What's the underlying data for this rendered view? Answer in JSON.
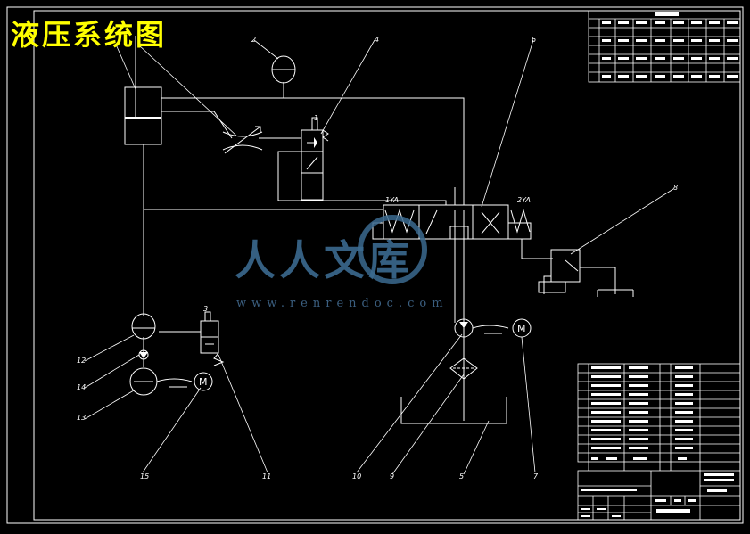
{
  "title": "液压系统图",
  "watermark": {
    "brand": "人人文库",
    "url": "www.renrendoc.com"
  },
  "colors": {
    "background": "#000000",
    "lines": "#ffffff",
    "title": "#ffff00",
    "watermark": "#3b6a8f"
  },
  "callouts": [
    "1",
    "2",
    "3",
    "4",
    "5",
    "6",
    "7",
    "8",
    "9",
    "10",
    "11",
    "12",
    "13",
    "14",
    "15"
  ],
  "valve_labels": {
    "left_solenoid": "1YA",
    "right_solenoid": "2YA"
  }
}
